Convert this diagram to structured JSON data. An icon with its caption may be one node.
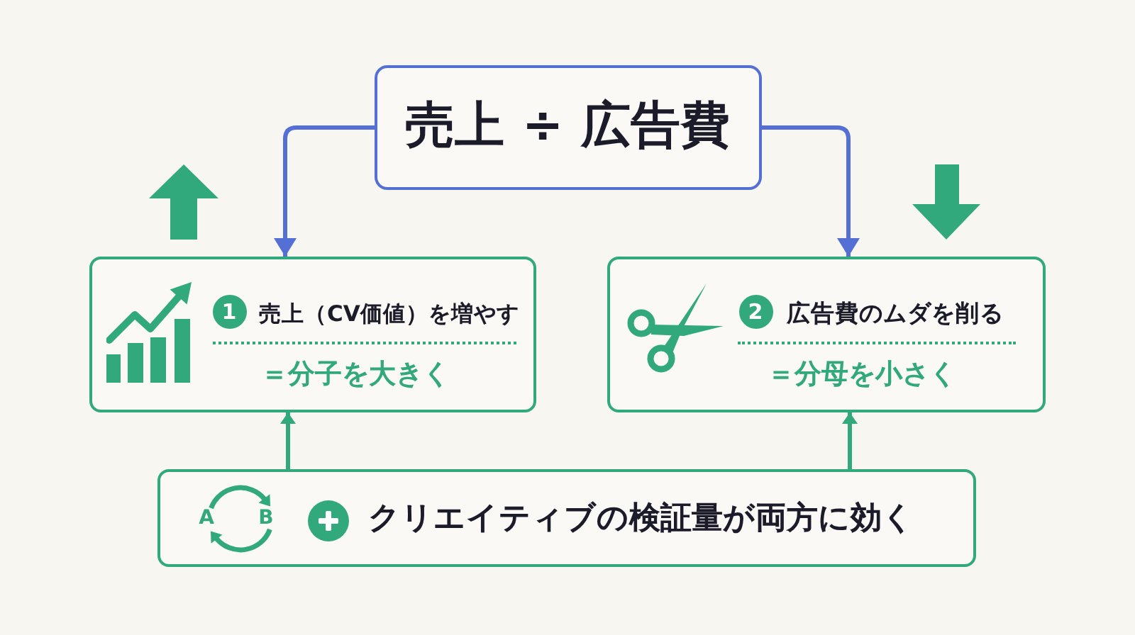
{
  "diagram": {
    "nodes": [
      {
        "text": [
          "売上 ÷ 広告費"
        ]
      },
      {
        "text": [
          "売上（CV価値）を増やす",
          "＝分子を大きく"
        ]
      },
      {
        "text": [
          "1"
        ],
        "in": 1
      },
      {
        "text": [
          "広告費のムダを削る",
          "＝分母を小さく"
        ]
      },
      {
        "text": [
          "2"
        ],
        "in": 3
      },
      {
        "text": [
          "クリエイティブの検証量が両方に効く"
        ]
      }
    ],
    "edges": [
      {
        "from": 0,
        "to": 1,
        "arrow": "to",
        "color": "#5470d5"
      },
      {
        "from": 0,
        "to": 3,
        "arrow": "to",
        "color": "#5470d5"
      },
      {
        "from": 5,
        "to": 1,
        "arrow": "to",
        "color": "#31a97c"
      },
      {
        "from": 5,
        "to": 3,
        "arrow": "to",
        "color": "#31a97c"
      }
    ],
    "labels": [
      "A",
      "B"
    ]
  }
}
